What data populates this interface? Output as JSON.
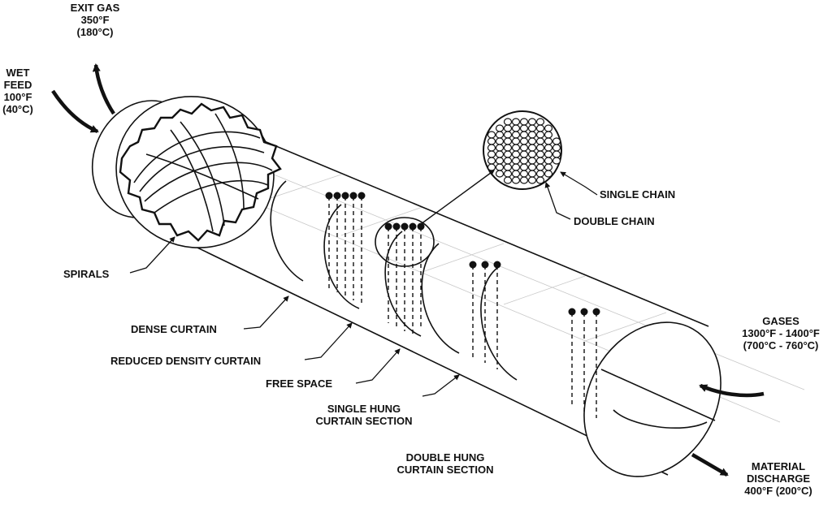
{
  "labels": {
    "exit_gas": [
      "EXIT GAS",
      "350°F",
      "(180°C)"
    ],
    "wet_feed": [
      "WET",
      "FEED",
      "100°F",
      "(40°C)"
    ],
    "single_chain": "SINGLE CHAIN",
    "double_chain": "DOUBLE CHAIN",
    "spirals": "SPIRALS",
    "dense_curtain": "DENSE CURTAIN",
    "reduced_density_curtain": "REDUCED DENSITY CURTAIN",
    "free_space": "FREE SPACE",
    "single_hung": [
      "SINGLE HUNG",
      "CURTAIN SECTION"
    ],
    "double_hung": [
      "DOUBLE HUNG",
      "CURTAIN SECTION"
    ],
    "gases": [
      "GASES",
      "1300°F - 1400°F",
      "(700°C - 760°C)"
    ],
    "material_discharge": [
      "MATERIAL",
      "DISCHARGE",
      "400°F (200°C)"
    ]
  },
  "colors": {
    "ink": "#111111",
    "grid": "#bbbbbb",
    "background": "#ffffff"
  }
}
